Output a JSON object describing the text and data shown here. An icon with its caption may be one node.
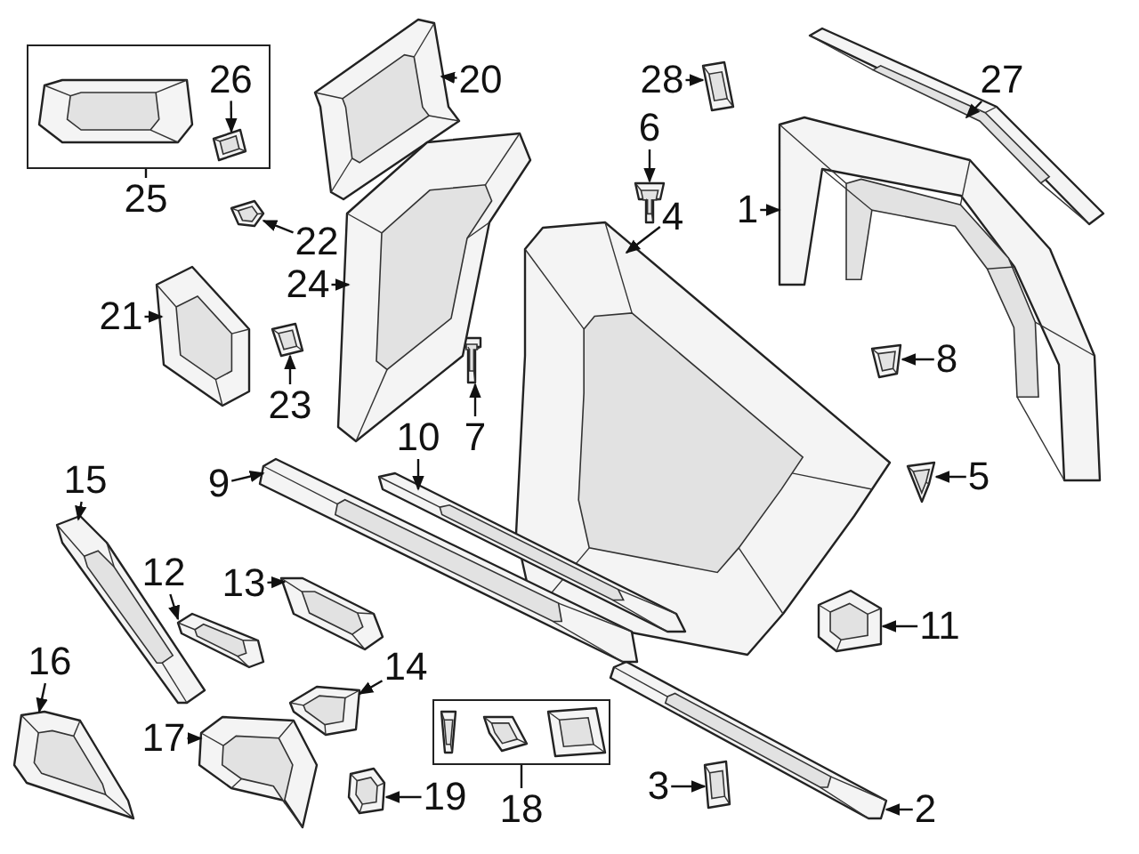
{
  "diagram": {
    "nodes": [
      {
        "text": [
          "1"
        ]
      },
      {
        "text": [],
        "shape": "picture"
      },
      {
        "text": [
          "2"
        ]
      },
      {
        "text": [],
        "shape": "picture"
      },
      {
        "text": [
          "3"
        ]
      },
      {
        "text": [],
        "shape": "picture"
      },
      {
        "text": [
          "4"
        ]
      },
      {
        "text": [],
        "shape": "picture"
      },
      {
        "text": [
          "5"
        ]
      },
      {
        "text": [],
        "shape": "picture"
      },
      {
        "text": [
          "6"
        ]
      },
      {
        "text": [],
        "shape": "picture"
      },
      {
        "text": [
          "7"
        ]
      },
      {
        "text": [],
        "shape": "picture"
      },
      {
        "text": [
          "8"
        ]
      },
      {
        "text": [],
        "shape": "picture"
      },
      {
        "text": [
          "9"
        ]
      },
      {
        "text": [],
        "shape": "picture"
      },
      {
        "text": [
          "10"
        ]
      },
      {
        "text": [],
        "shape": "picture"
      },
      {
        "text": [
          "11"
        ]
      },
      {
        "text": [],
        "shape": "picture"
      },
      {
        "text": [
          "12"
        ]
      },
      {
        "text": [],
        "shape": "picture"
      },
      {
        "text": [
          "13"
        ]
      },
      {
        "text": [],
        "shape": "picture"
      },
      {
        "text": [
          "14"
        ]
      },
      {
        "text": [],
        "shape": "picture"
      },
      {
        "text": [
          "15"
        ]
      },
      {
        "text": [],
        "shape": "picture"
      },
      {
        "text": [
          "16"
        ]
      },
      {
        "text": [],
        "shape": "picture"
      },
      {
        "text": [
          "17"
        ]
      },
      {
        "text": [],
        "shape": "picture"
      },
      {
        "text": [
          "18"
        ]
      },
      {
        "text": [],
        "shape": "box"
      },
      {
        "text": [],
        "shape": "picture",
        "in": 35
      },
      {
        "text": [],
        "shape": "picture",
        "in": 35
      },
      {
        "text": [],
        "shape": "picture",
        "in": 35
      },
      {
        "text": [
          "19"
        ]
      },
      {
        "text": [],
        "shape": "picture"
      },
      {
        "text": [
          "20"
        ]
      },
      {
        "text": [],
        "shape": "picture"
      },
      {
        "text": [
          "21"
        ]
      },
      {
        "text": [],
        "shape": "picture"
      },
      {
        "text": [
          "22"
        ]
      },
      {
        "text": [],
        "shape": "picture"
      },
      {
        "text": [
          "23"
        ]
      },
      {
        "text": [],
        "shape": "picture"
      },
      {
        "text": [
          "24"
        ]
      },
      {
        "text": [],
        "shape": "picture"
      },
      {
        "text": [
          "25"
        ]
      },
      {
        "text": [],
        "shape": "box"
      },
      {
        "text": [],
        "shape": "picture",
        "in": 52
      },
      {
        "text": [
          "26"
        ],
        "in": 52
      },
      {
        "text": [],
        "shape": "picture",
        "in": 52
      },
      {
        "text": [
          "27"
        ]
      },
      {
        "text": [],
        "shape": "picture"
      },
      {
        "text": [
          "28"
        ]
      },
      {
        "text": [],
        "shape": "picture"
      }
    ],
    "edges": [
      {
        "from": 0,
        "to": 1,
        "arrow": "to"
      },
      {
        "from": 2,
        "to": 3,
        "arrow": "to"
      },
      {
        "from": 4,
        "to": 5,
        "arrow": "to"
      },
      {
        "from": 6,
        "to": 7,
        "arrow": "to"
      },
      {
        "from": 8,
        "to": 9,
        "arrow": "to"
      },
      {
        "from": 10,
        "to": 11,
        "arrow": "to"
      },
      {
        "from": 12,
        "to": 13,
        "arrow": "to"
      },
      {
        "from": 14,
        "to": 15,
        "arrow": "to"
      },
      {
        "from": 16,
        "to": 17,
        "arrow": "to"
      },
      {
        "from": 18,
        "to": 19,
        "arrow": "to"
      },
      {
        "from": 20,
        "to": 21,
        "arrow": "to"
      },
      {
        "from": 22,
        "to": 23,
        "arrow": "to"
      },
      {
        "from": 24,
        "to": 25,
        "arrow": "to"
      },
      {
        "from": 26,
        "to": 27,
        "arrow": "to"
      },
      {
        "from": 28,
        "to": 29,
        "arrow": "to"
      },
      {
        "from": 30,
        "to": 31,
        "arrow": "to"
      },
      {
        "from": 32,
        "to": 33,
        "arrow": "to"
      },
      {
        "from": 34,
        "to": 35,
        "arrow": "none"
      },
      {
        "from": 39,
        "to": 40,
        "arrow": "to"
      },
      {
        "from": 41,
        "to": 42,
        "arrow": "to"
      },
      {
        "from": 43,
        "to": 44,
        "arrow": "to"
      },
      {
        "from": 45,
        "to": 46,
        "arrow": "to"
      },
      {
        "from": 47,
        "to": 48,
        "arrow": "to"
      },
      {
        "from": 49,
        "to": 50,
        "arrow": "to"
      },
      {
        "from": 51,
        "to": 52,
        "arrow": "none"
      },
      {
        "from": 54,
        "to": 55,
        "arrow": "to"
      },
      {
        "from": 56,
        "to": 57,
        "arrow": "to"
      },
      {
        "from": 58,
        "to": 59,
        "arrow": "to"
      }
    ]
  }
}
